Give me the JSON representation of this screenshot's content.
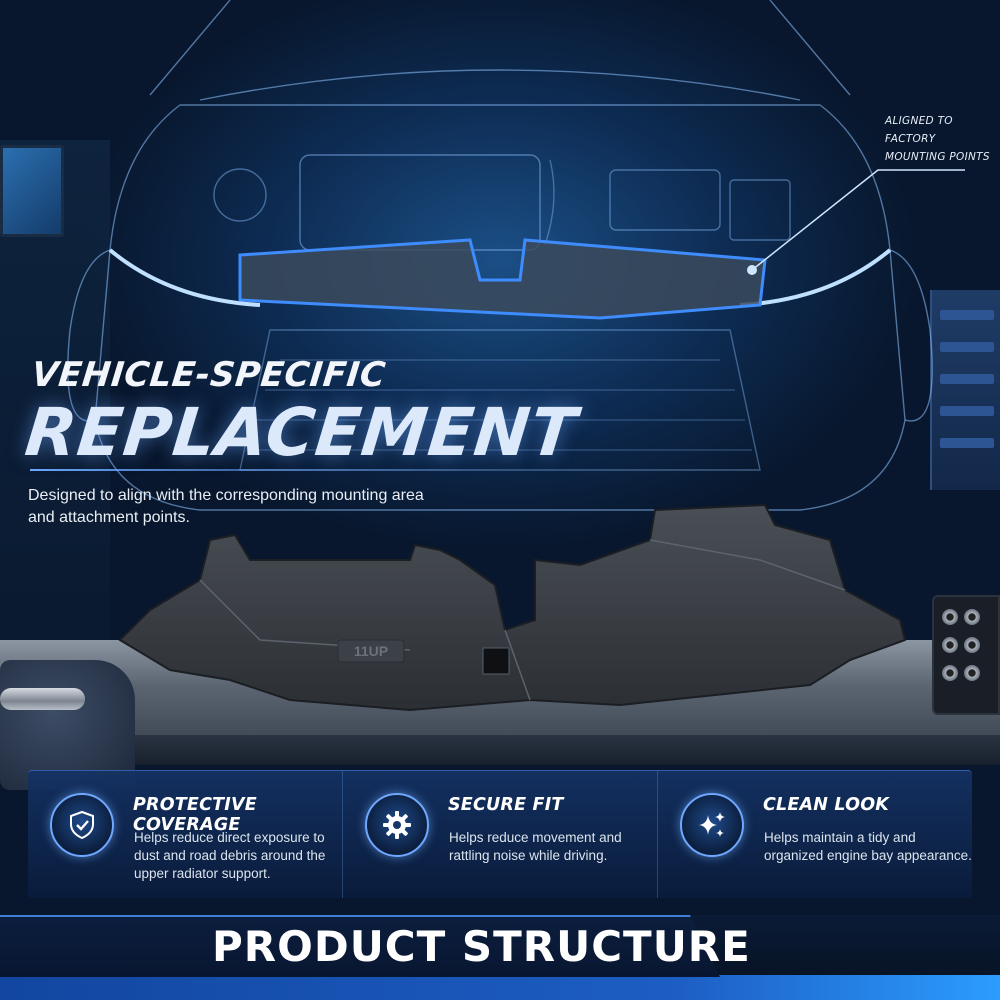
{
  "callout": {
    "text": "ALIGNED TO FACTORY MOUNTING POINTS"
  },
  "headline": {
    "line1": "VEHICLE-SPECIFIC",
    "line2": "REPLACEMENT"
  },
  "subtext": "Designed to align with the corresponding mounting area and attachment points.",
  "part": {
    "logo": "11UP"
  },
  "features": [
    {
      "icon": "shield-check-icon",
      "title": "PROTECTIVE COVERAGE",
      "text": "Helps reduce direct exposure to dust and road debris around the upper radiator support."
    },
    {
      "icon": "gear-icon",
      "title": "SECURE FIT",
      "text": "Helps reduce movement and rattling noise while driving."
    },
    {
      "icon": "sparkle-icon",
      "title": "CLEAN LOOK",
      "text": "Helps maintain a tidy and organized engine bay appearance."
    }
  ],
  "banner": {
    "title": "PRODUCT STRUCTURE"
  },
  "colors": {
    "accent": "#6fa8ff",
    "glow": "#3f8cff",
    "panel": "#0d2b52"
  }
}
